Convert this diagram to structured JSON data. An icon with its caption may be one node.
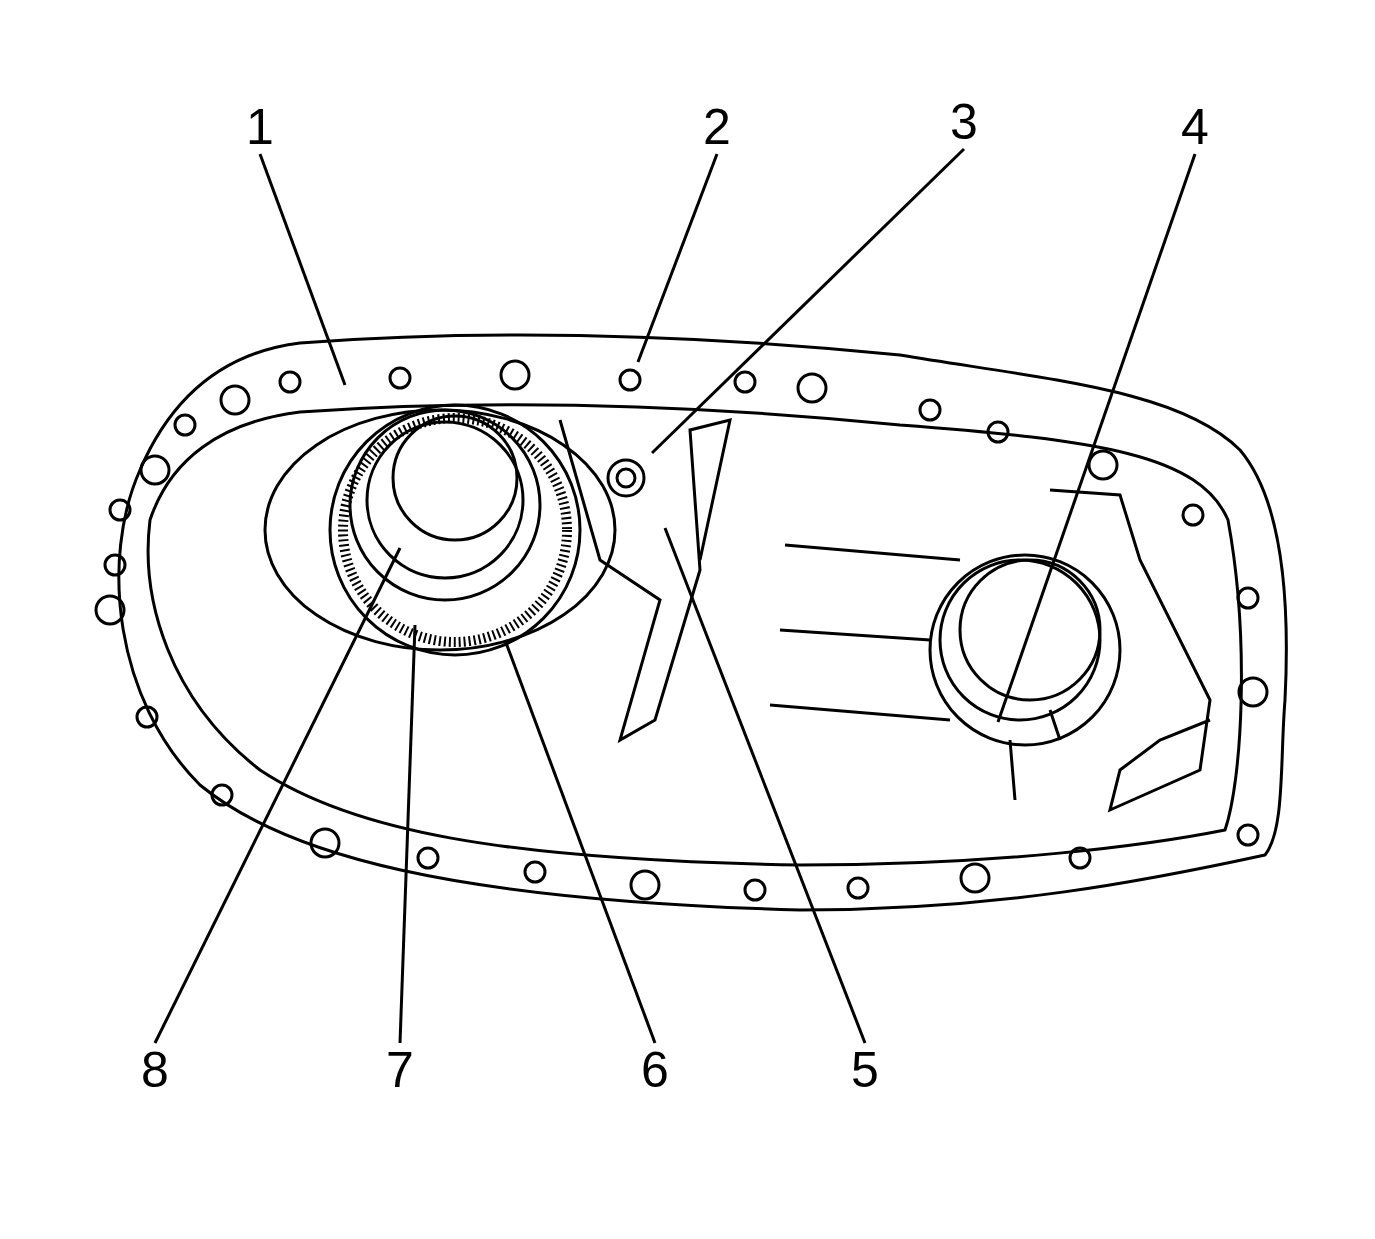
{
  "diagram": {
    "nodes": [
      {
        "text": [
          "1"
        ]
      },
      {
        "text": [
          "2"
        ]
      },
      {
        "text": [
          "3"
        ]
      },
      {
        "text": [
          "4"
        ]
      },
      {
        "text": [
          "8"
        ]
      },
      {
        "text": [
          "7"
        ]
      },
      {
        "text": [
          "6"
        ]
      },
      {
        "text": [
          "5"
        ]
      }
    ],
    "edges": [
      {
        "from": 0,
        "to": null,
        "arrow": "none"
      },
      {
        "from": 1,
        "to": null,
        "arrow": "none"
      },
      {
        "from": 2,
        "to": null,
        "arrow": "none"
      },
      {
        "from": 3,
        "to": null,
        "arrow": "none"
      },
      {
        "from": 4,
        "to": null,
        "arrow": "none"
      },
      {
        "from": 5,
        "to": null,
        "arrow": "none"
      },
      {
        "from": 6,
        "to": null,
        "arrow": "none"
      },
      {
        "from": 7,
        "to": null,
        "arrow": "none"
      }
    ]
  }
}
